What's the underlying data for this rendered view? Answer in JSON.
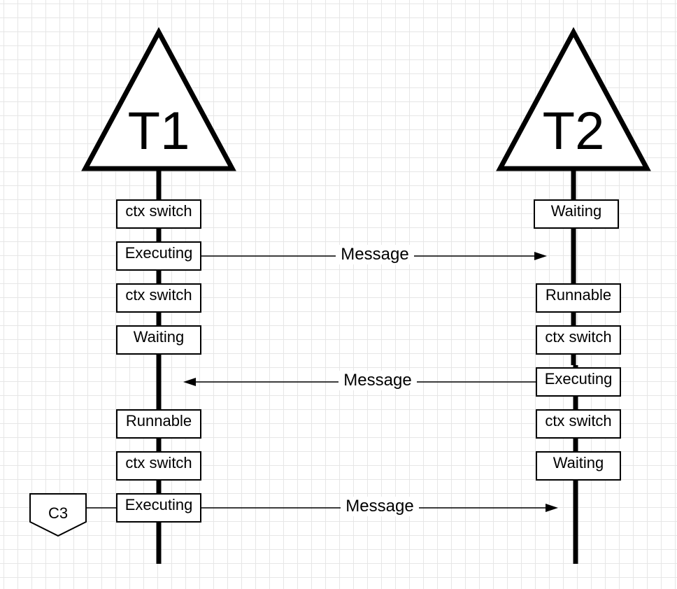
{
  "threads": [
    {
      "label": "T1"
    },
    {
      "label": "T2"
    }
  ],
  "t1_states": [
    "ctx switch",
    "Executing",
    "ctx switch",
    "Waiting",
    "Runnable",
    "ctx switch",
    "Executing"
  ],
  "t2_states": [
    "Waiting",
    "Runnable",
    "ctx switch",
    "Executing",
    "ctx switch",
    "Waiting"
  ],
  "messages": [
    "Message",
    "Message",
    "Message"
  ],
  "connector": {
    "label": "C3"
  }
}
